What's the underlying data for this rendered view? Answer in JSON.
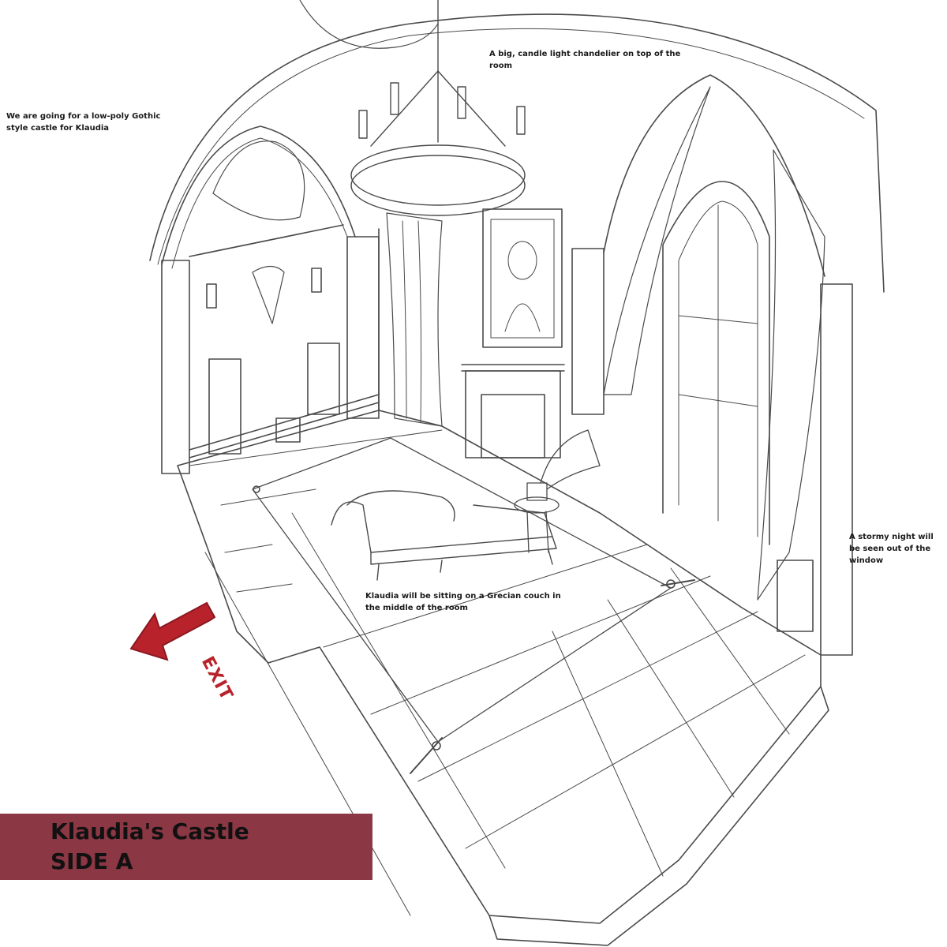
{
  "notes": {
    "gothic": "We are going for a low-poly Gothic\nstyle castle for Klaudia",
    "chandelier": "A big, candle light chandelier on top of the\nroom",
    "storm": "A stormy night will\nbe seen out of the\nwindow",
    "couch": "Klaudia will be sitting on a Grecian couch in\nthe middle of the room"
  },
  "exit": {
    "label": "EXIT",
    "icon": "arrow-left-icon"
  },
  "title": {
    "line1": "Klaudia's Castle",
    "line2": "SIDE A"
  },
  "colors": {
    "line": "#4a4a4a",
    "exit": "#b8232b",
    "banner": "#8b3744"
  }
}
